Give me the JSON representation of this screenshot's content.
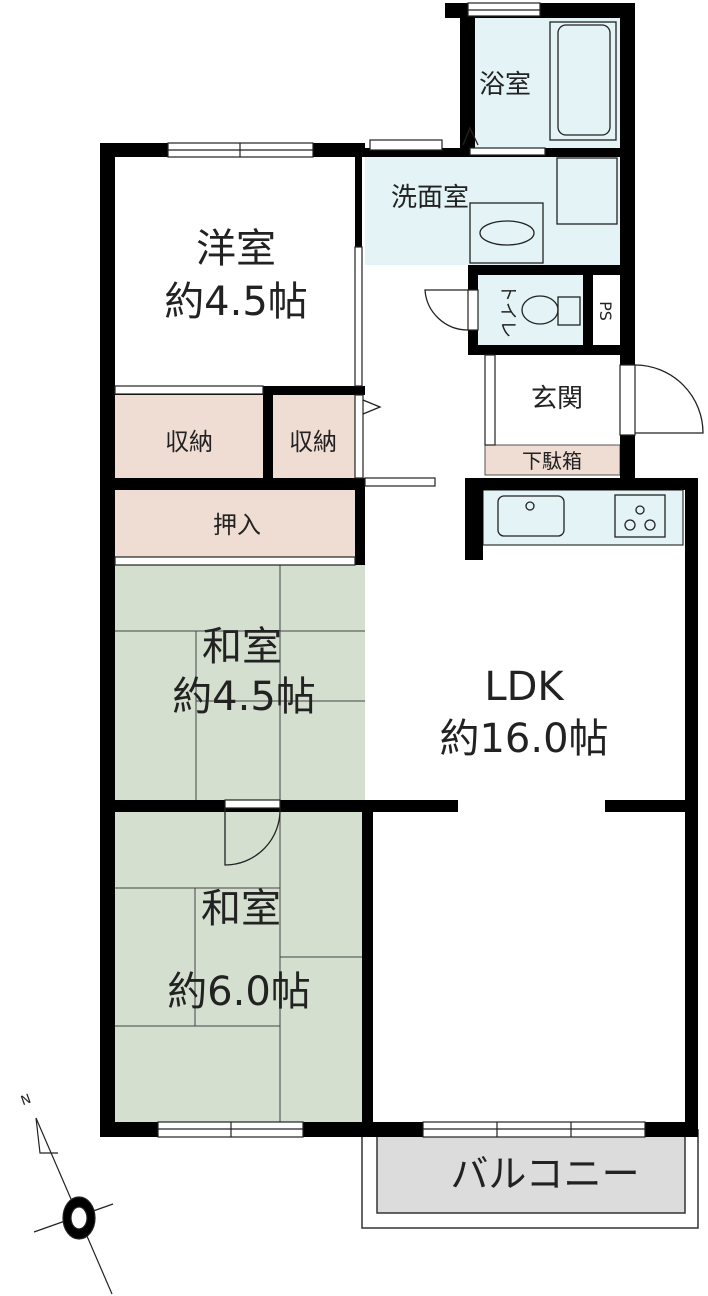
{
  "colors": {
    "wall": "#000000",
    "storage": "#efdcd2",
    "tatami": "#d4dfcf",
    "wet_area": "#e3f3f6",
    "balcony": "#dcdcdc",
    "floor": "#ffffff"
  },
  "rooms": {
    "western_room": {
      "name": "洋室",
      "size": "約4.5帖"
    },
    "storage_1": {
      "name": "収納"
    },
    "storage_2": {
      "name": "収納"
    },
    "oshiire": {
      "name": "押入"
    },
    "japanese_room_1": {
      "name": "和室",
      "size": "約4.5帖"
    },
    "japanese_room_2": {
      "name": "和室",
      "size": "約6.0帖"
    },
    "ldk": {
      "name": "LDK",
      "size": "約16.0帖"
    },
    "bathroom": {
      "name": "浴室"
    },
    "washroom": {
      "name": "洗面室"
    },
    "toilet": {
      "name": "トイレ"
    },
    "pipe_space": {
      "name": "PS"
    },
    "entrance": {
      "name": "玄関"
    },
    "shoe_box": {
      "name": "下駄箱"
    },
    "balcony": {
      "name": "バルコニー"
    }
  },
  "compass": {
    "north_label": "N"
  }
}
